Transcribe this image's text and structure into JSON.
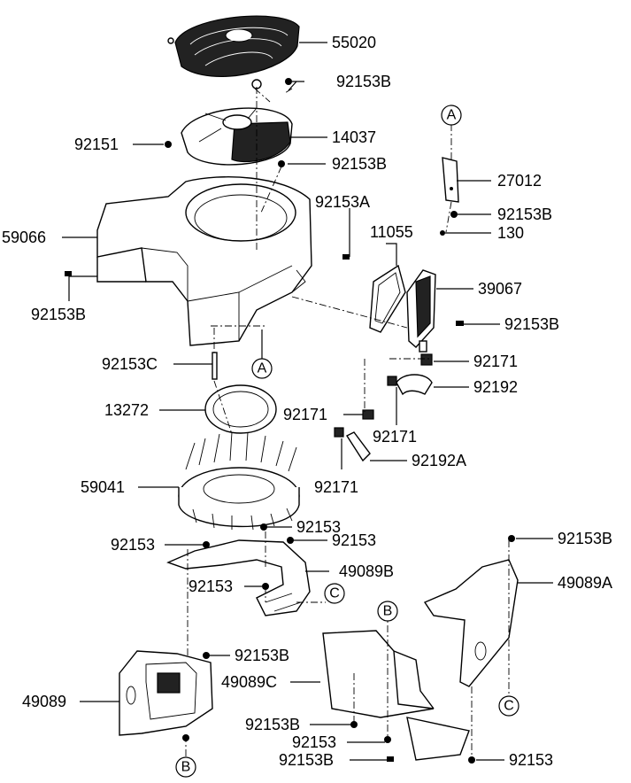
{
  "parts": [
    {
      "id": "55020"
    },
    {
      "id": "92153B"
    },
    {
      "id": "14037"
    },
    {
      "id": "92151"
    },
    {
      "id": "92153B"
    },
    {
      "id": "92153A"
    },
    {
      "id": "59066"
    },
    {
      "id": "92153B"
    },
    {
      "id": "27012"
    },
    {
      "id": "92153B"
    },
    {
      "id": "130"
    },
    {
      "id": "11055"
    },
    {
      "id": "39067"
    },
    {
      "id": "92153B"
    },
    {
      "id": "92153C"
    },
    {
      "id": "92171"
    },
    {
      "id": "92192"
    },
    {
      "id": "13272"
    },
    {
      "id": "92171"
    },
    {
      "id": "92171"
    },
    {
      "id": "92192A"
    },
    {
      "id": "92171"
    },
    {
      "id": "59041"
    },
    {
      "id": "92153"
    },
    {
      "id": "92153"
    },
    {
      "id": "92153"
    },
    {
      "id": "49089B"
    },
    {
      "id": "92153"
    },
    {
      "id": "92153B"
    },
    {
      "id": "49089A"
    },
    {
      "id": "92153B"
    },
    {
      "id": "49089C"
    },
    {
      "id": "49089"
    },
    {
      "id": "92153B"
    },
    {
      "id": "92153"
    },
    {
      "id": "92153B"
    },
    {
      "id": "92153"
    }
  ],
  "refs": [
    "A",
    "A",
    "B",
    "B",
    "C",
    "C"
  ]
}
